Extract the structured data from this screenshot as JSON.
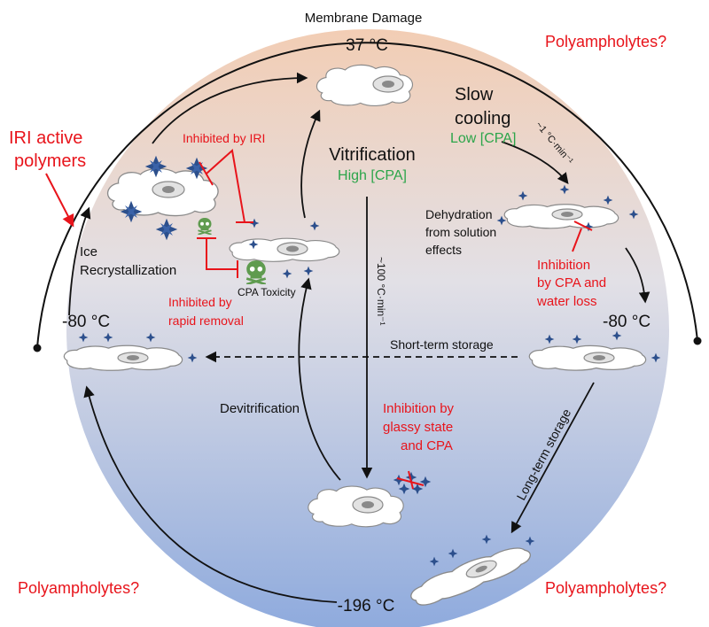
{
  "title": "Membrane Damage",
  "temperatures": {
    "warm": "37 °C",
    "left": "-80 °C",
    "right": "-80 °C",
    "bottom": "-196 °C"
  },
  "left_path": {
    "iri_polymers": [
      "IRI active",
      "polymers"
    ],
    "ice_recrystallization": [
      "Ice",
      "Recrystallization"
    ],
    "inhibited_by_iri": "Inhibited by IRI",
    "cpa_toxicity": "CPA Toxicity",
    "inhibited_by_rapid_removal": [
      "Inhibited by",
      "rapid removal"
    ]
  },
  "center_path": {
    "vitrification": "Vitrification",
    "high_cpa": "High [CPA]",
    "vitrification_rate": "~100 °C·min⁻¹",
    "devitrification": "Devitrification",
    "glassy_inhibition": [
      "Inhibition by",
      "glassy state",
      "and CPA"
    ]
  },
  "right_path": {
    "slow_cooling": [
      "Slow",
      "cooling"
    ],
    "low_cpa": "Low [CPA]",
    "slow_rate": "~1 °C·min⁻¹",
    "dehydration": [
      "Dehydration",
      "from solution",
      "effects"
    ],
    "cpa_inhibition": [
      "Inhibition",
      "by CPA and",
      "water loss"
    ]
  },
  "storage": {
    "short_term": "Short-term storage",
    "long_term": "Long-term storage"
  },
  "polyampholytes": {
    "top_right": "Polyampholytes?",
    "bottom_left": "Polyampholytes?",
    "bottom_right": "Polyampholytes?"
  },
  "colors": {
    "warm": "#f2cdb4",
    "cold": "#8eaadd",
    "ice": "#2c4f8c",
    "inhibition": "#e8141b",
    "cpa": "#2ca54a",
    "toxicity": "#5f9b4f"
  }
}
